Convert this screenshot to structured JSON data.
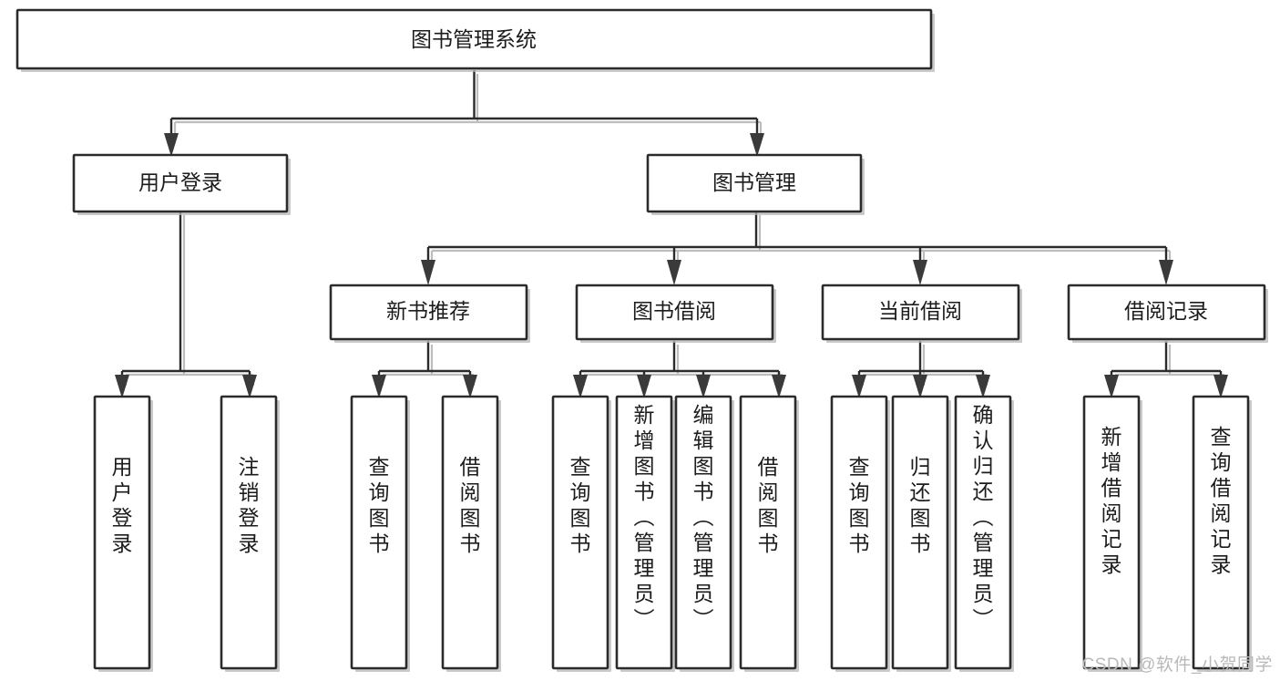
{
  "diagram": {
    "type": "tree-hierarchy",
    "title": "图书管理系统",
    "watermark": "CSDN @软件_小贺同学",
    "colors": {
      "stroke": "#2b2b2b",
      "fill": "#ffffff",
      "text": "#1c1c1c",
      "shadow": "#b8b8b8",
      "watermark": "#b9b9b9"
    },
    "nodes": {
      "root": {
        "label": "图书管理系统",
        "orientation": "horizontal"
      },
      "level2": [
        {
          "id": "user-login",
          "label": "用户登录",
          "orientation": "horizontal"
        },
        {
          "id": "book-manage",
          "label": "图书管理",
          "orientation": "horizontal"
        }
      ],
      "level3": [
        {
          "id": "new-book-recommend",
          "label": "新书推荐",
          "orientation": "horizontal"
        },
        {
          "id": "book-borrow",
          "label": "图书借阅",
          "orientation": "horizontal"
        },
        {
          "id": "current-borrow",
          "label": "当前借阅",
          "orientation": "horizontal"
        },
        {
          "id": "borrow-record",
          "label": "借阅记录",
          "orientation": "horizontal"
        }
      ],
      "leaves": [
        {
          "id": "leaf-user-login",
          "label": "用户登录",
          "parent": "user-login",
          "orientation": "vertical"
        },
        {
          "id": "leaf-user-logout",
          "label": "注销登录",
          "parent": "user-login",
          "orientation": "vertical"
        },
        {
          "id": "leaf-query-book-1",
          "label": "查询图书",
          "parent": "new-book-recommend",
          "orientation": "vertical"
        },
        {
          "id": "leaf-borrow-book-1",
          "label": "借阅图书",
          "parent": "new-book-recommend",
          "orientation": "vertical"
        },
        {
          "id": "leaf-query-book-2",
          "label": "查询图书",
          "parent": "book-borrow",
          "orientation": "vertical"
        },
        {
          "id": "leaf-add-book",
          "label": "新增图书（管理员）",
          "parent": "book-borrow",
          "orientation": "vertical"
        },
        {
          "id": "leaf-edit-book",
          "label": "编辑图书（管理员）",
          "parent": "book-borrow",
          "orientation": "vertical"
        },
        {
          "id": "leaf-borrow-book-2",
          "label": "借阅图书",
          "parent": "book-borrow",
          "orientation": "vertical"
        },
        {
          "id": "leaf-query-book-3",
          "label": "查询图书",
          "parent": "current-borrow",
          "orientation": "vertical"
        },
        {
          "id": "leaf-return-book",
          "label": "归还图书",
          "parent": "current-borrow",
          "orientation": "vertical"
        },
        {
          "id": "leaf-confirm-return",
          "label": "确认归还（管理员）",
          "parent": "current-borrow",
          "orientation": "vertical"
        },
        {
          "id": "leaf-add-record",
          "label": "新增借阅记录",
          "parent": "borrow-record",
          "orientation": "vertical"
        },
        {
          "id": "leaf-query-record",
          "label": "查询借阅记录",
          "parent": "borrow-record",
          "orientation": "vertical"
        }
      ]
    }
  }
}
